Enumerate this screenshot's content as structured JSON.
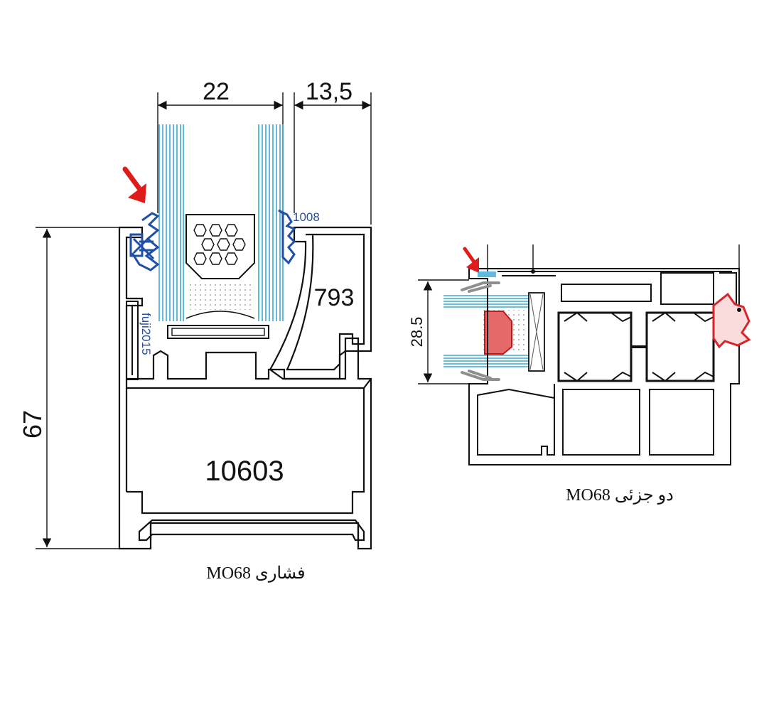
{
  "left": {
    "dim_width_glass": "22",
    "dim_width_right": "13,5",
    "dim_height": "67",
    "code_bead": "793",
    "code_frame": "10603",
    "gasket_top": "1008",
    "gasket_side": "fuji2015",
    "caption": "MO68  فشاری"
  },
  "right": {
    "dim_height": "28.5",
    "caption": "MO68 دو جزئی"
  },
  "colors": {
    "glass": "#3aa9d4",
    "gasket": "#1f4fa8",
    "arrow": "#e01b1b",
    "seal": "#d8242a",
    "hint_arrow": "#8f8f8f"
  }
}
